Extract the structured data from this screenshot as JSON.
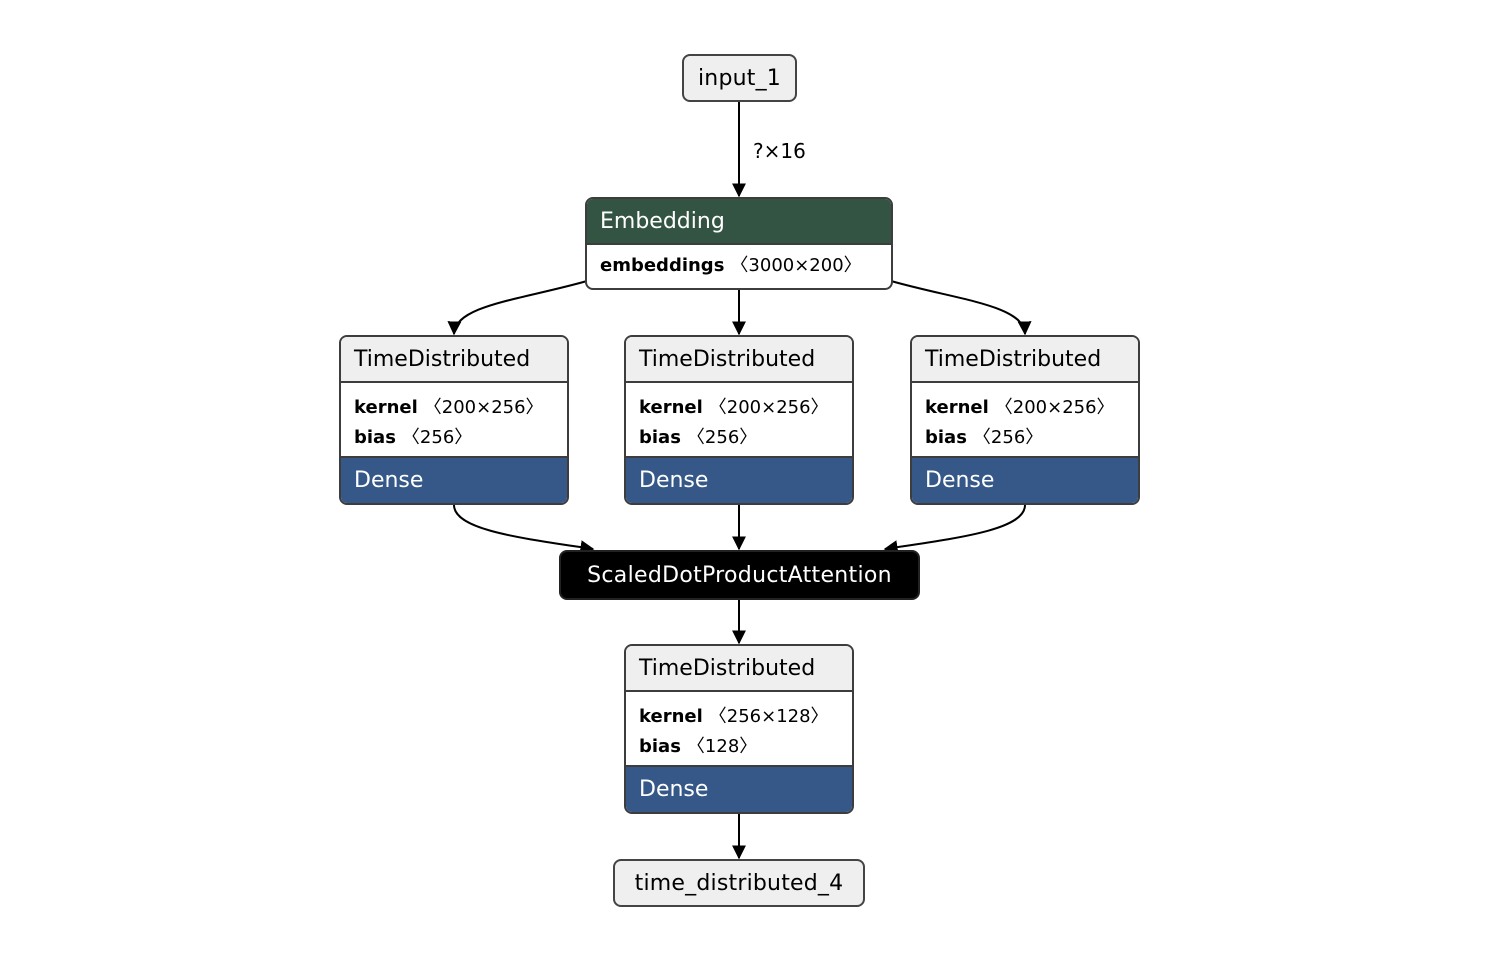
{
  "nodes": {
    "input": {
      "label": "input_1"
    },
    "embedding": {
      "title": "Embedding",
      "attrs": [
        {
          "name": "embeddings",
          "shape": "〈3000×200〉"
        }
      ]
    },
    "td_left": {
      "title": "TimeDistributed",
      "attrs": [
        {
          "name": "kernel",
          "shape": "〈200×256〉"
        },
        {
          "name": "bias",
          "shape": "〈256〉"
        }
      ],
      "footer": "Dense"
    },
    "td_mid": {
      "title": "TimeDistributed",
      "attrs": [
        {
          "name": "kernel",
          "shape": "〈200×256〉"
        },
        {
          "name": "bias",
          "shape": "〈256〉"
        }
      ],
      "footer": "Dense"
    },
    "td_right": {
      "title": "TimeDistributed",
      "attrs": [
        {
          "name": "kernel",
          "shape": "〈200×256〉"
        },
        {
          "name": "bias",
          "shape": "〈256〉"
        }
      ],
      "footer": "Dense"
    },
    "attention": {
      "label": "ScaledDotProductAttention"
    },
    "td_out": {
      "title": "TimeDistributed",
      "attrs": [
        {
          "name": "kernel",
          "shape": "〈256×128〉"
        },
        {
          "name": "bias",
          "shape": "〈128〉"
        }
      ],
      "footer": "Dense"
    },
    "output": {
      "label": "time_distributed_4"
    }
  },
  "edges": [
    {
      "from": "input_1",
      "to": "Embedding",
      "label": "?×16"
    },
    {
      "from": "Embedding",
      "to": "TimeDistributed (left)",
      "label": ""
    },
    {
      "from": "Embedding",
      "to": "TimeDistributed (middle)",
      "label": ""
    },
    {
      "from": "Embedding",
      "to": "TimeDistributed (right)",
      "label": ""
    },
    {
      "from": "TimeDistributed (left)",
      "to": "ScaledDotProductAttention",
      "label": ""
    },
    {
      "from": "TimeDistributed (middle)",
      "to": "ScaledDotProductAttention",
      "label": ""
    },
    {
      "from": "TimeDistributed (right)",
      "to": "ScaledDotProductAttention",
      "label": ""
    },
    {
      "from": "ScaledDotProductAttention",
      "to": "TimeDistributed (output)",
      "label": ""
    },
    {
      "from": "TimeDistributed (output)",
      "to": "time_distributed_4",
      "label": ""
    }
  ]
}
